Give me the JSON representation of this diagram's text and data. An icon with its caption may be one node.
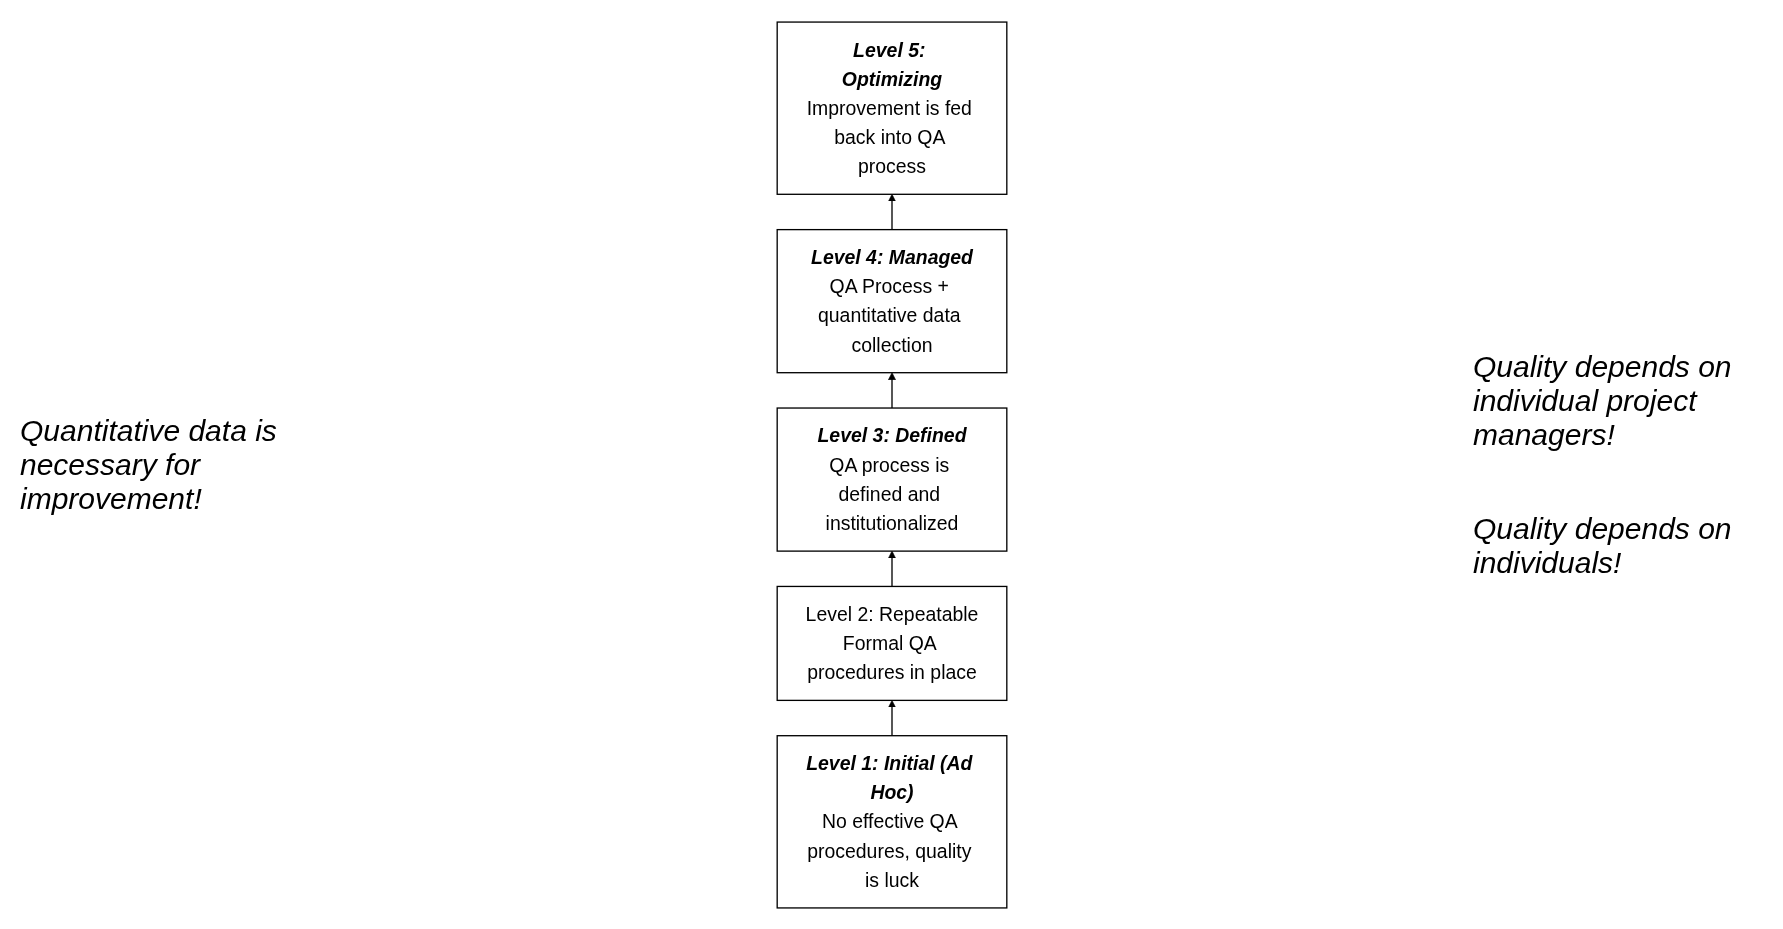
{
  "diagram": {
    "nodes": [
      {
        "text": [
          "Level 1: Initial (Ad Hoc)",
          "No effective QA procedures, quality is luck"
        ]
      },
      {
        "text": [
          "Level 2: Repeatable",
          "Formal QA procedures in place"
        ]
      },
      {
        "text": [
          "Level 3: Defined",
          "QA process is defined and institutionalized"
        ]
      },
      {
        "text": [
          "Level 4: Managed",
          "QA Process + quantitative data collection"
        ]
      },
      {
        "text": [
          "Level 5: Optimizing",
          "Improvement is fed back into QA process"
        ]
      }
    ],
    "edges": [
      {
        "from": 0,
        "to": 1,
        "arrow": "to"
      },
      {
        "from": 1,
        "to": 2,
        "arrow": "to"
      },
      {
        "from": 2,
        "to": 3,
        "arrow": "to"
      },
      {
        "from": 3,
        "to": 4,
        "arrow": "to"
      }
    ],
    "labels": [
      "Quantitative data is necessary for improvement!",
      "Quality depends on individual project managers!",
      "Quality depends on individuals!"
    ]
  }
}
